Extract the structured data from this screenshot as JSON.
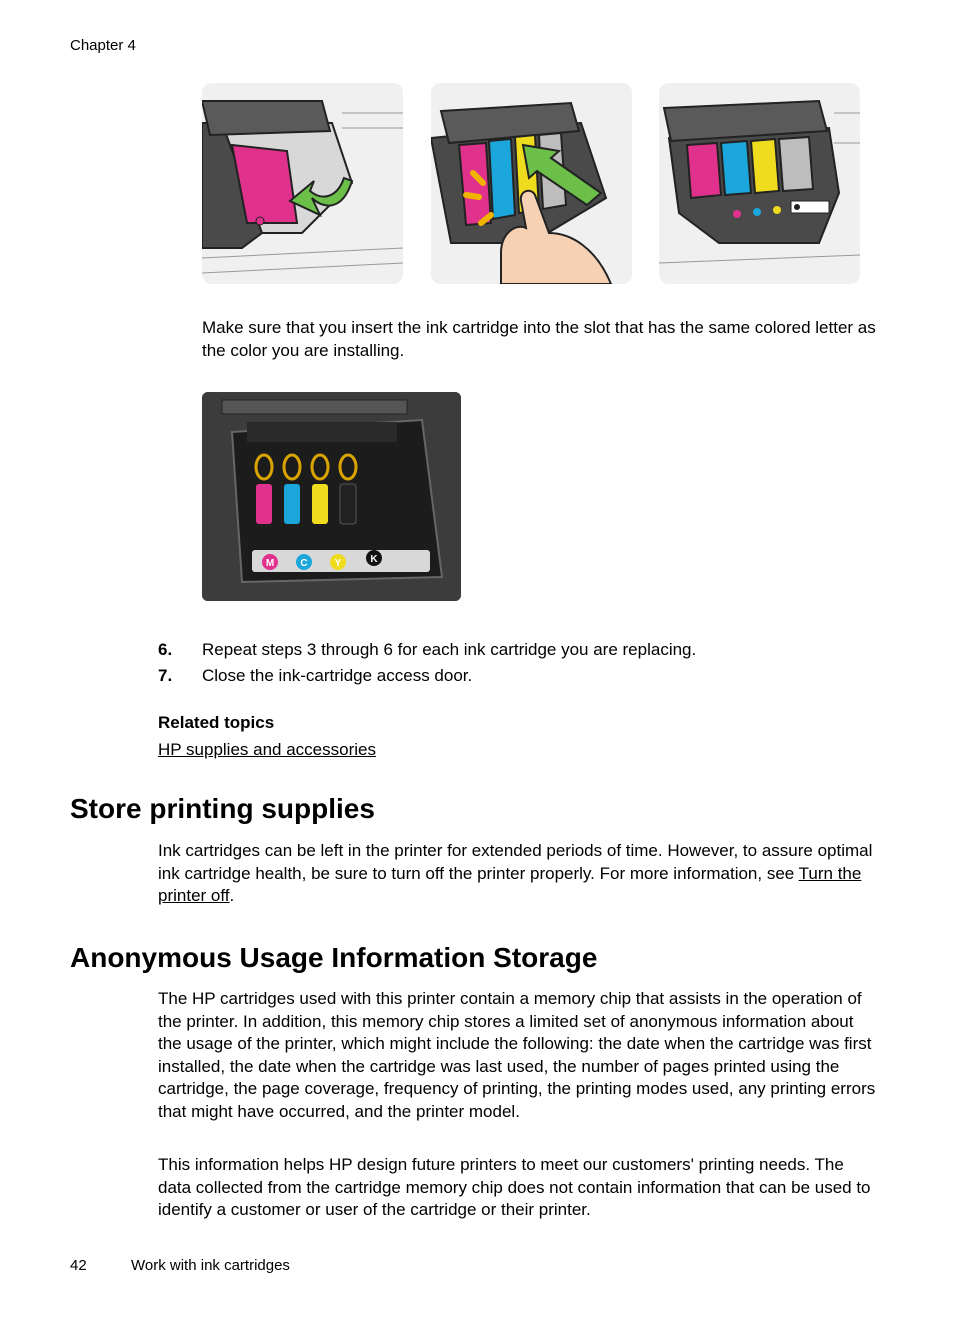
{
  "header": {
    "chapter": "Chapter 4"
  },
  "figures": {
    "cartridge_steps": [
      "insert-magenta-cartridge",
      "push-cartridge-into-slot",
      "all-cartridges-installed"
    ],
    "slot_letters": [
      "M",
      "C",
      "Y",
      "K"
    ],
    "ink_colors": {
      "magenta": "#e0318c",
      "cyan": "#1ba6dc",
      "yellow": "#f0dc1e",
      "black": "#222222"
    }
  },
  "content": {
    "caption": "Make sure that you insert the ink cartridge into the slot that has the same colored letter as the color you are installing.",
    "steps": [
      {
        "num": "6.",
        "text": "Repeat steps 3 through 6 for each ink cartridge you are replacing."
      },
      {
        "num": "7.",
        "text": "Close the ink-cartridge access door."
      }
    ],
    "related_heading": "Related topics",
    "related_link": "HP supplies and accessories",
    "section1": {
      "title": "Store printing supplies",
      "para_before": "Ink cartridges can be left in the printer for extended periods of time. However, to assure optimal ink cartridge health, be sure to turn off the printer properly. For more information, see ",
      "para_link": "Turn the printer off",
      "para_after": "."
    },
    "section2": {
      "title": "Anonymous Usage Information Storage",
      "para1": "The HP cartridges used with this printer contain a memory chip that assists in the operation of the printer. In addition, this memory chip stores a limited set of anonymous information about the usage of the printer, which might include the following: the date when the cartridge was first installed, the date when the cartridge was last used, the number of pages printed using the cartridge, the page coverage, frequency of printing, the printing modes used, any printing errors that might have occurred, and the printer model.",
      "para2": "This information helps HP design future printers to meet our customers' printing needs. The data collected from the cartridge memory chip does not contain information that can be used to identify a customer or user of the cartridge or their printer."
    }
  },
  "footer": {
    "page_number": "42",
    "title": "Work with ink cartridges"
  }
}
